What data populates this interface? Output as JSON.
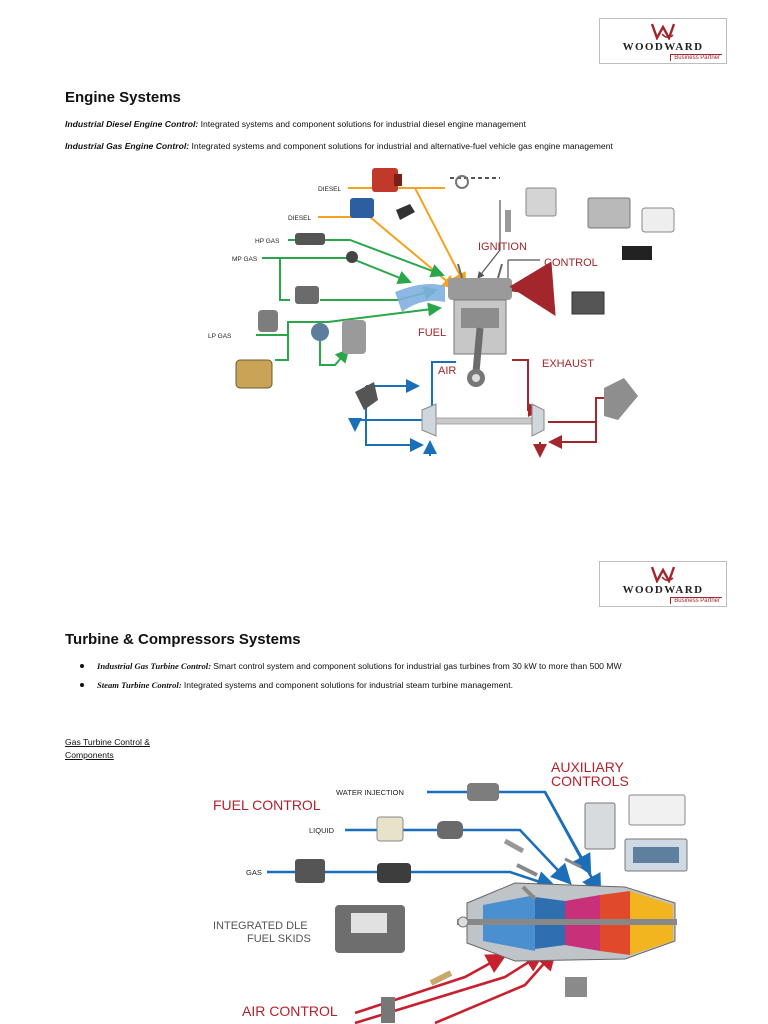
{
  "logo": {
    "name": "WOODWARD",
    "tagline": "Business Partner"
  },
  "engine": {
    "heading": "Engine Systems",
    "items": [
      {
        "term": "Industrial Diesel Engine Control",
        "text": "Integrated systems and component solutions for industrial diesel engine management"
      },
      {
        "term": "Industrial Gas Engine Control",
        "text": "Integrated systems and component solutions for industrial and alternative-fuel vehicle gas engine management"
      }
    ],
    "diagram": {
      "labels": {
        "diesel1": "DIESEL",
        "diesel2": "DIESEL",
        "hp_gas": "HP GAS",
        "mp_gas": "MP GAS",
        "lp_gas": "LP GAS",
        "ignition": "IGNITION",
        "control": "CONTROL",
        "fuel": "FUEL",
        "air": "AIR",
        "exhaust": "EXHAUST"
      },
      "colors": {
        "diesel": "#f4a21f",
        "gas": "#2aa64a",
        "air": "#1b6fb8",
        "exhaust": "#a3262c",
        "fuel": "#7fb0e0"
      }
    }
  },
  "turbine": {
    "heading": "Turbine & Compressors Systems",
    "items": [
      {
        "term": "Industrial Gas Turbine Control",
        "text": "Smart control system and component solutions for industrial gas turbines from 30 kW to more than 500 MW"
      },
      {
        "term": "Steam Turbine Control",
        "text": "Integrated systems and component solutions for industrial steam turbine management."
      }
    ],
    "caption": "Gas Turbine Control & Components",
    "diagram": {
      "labels": {
        "auxiliary": "AUXILIARY",
        "controls": "CONTROLS",
        "fuel_control": "FUEL CONTROL",
        "water_injection": "WATER INJECTION",
        "liquid": "LIQUID",
        "gas": "GAS",
        "dle1": "INTEGRATED DLE",
        "dle2": "FUEL SKIDS",
        "air_control": "AIR CONTROL"
      },
      "colors": {
        "fuel_lines": "#1b6fb8",
        "air_lines": "#c8202e",
        "heading_red": "#b3222c"
      }
    }
  }
}
